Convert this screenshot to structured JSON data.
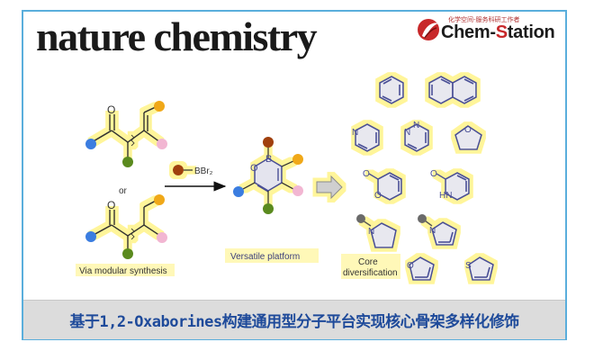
{
  "header": {
    "journal_title": "nature chemistry",
    "logo": {
      "tagline": "化学空间-服务科研工作者",
      "name_prefix": "Chem-",
      "name_accent": "S",
      "name_suffix": "tation",
      "icon": "chem-station-swirl-icon"
    }
  },
  "scheme": {
    "precursor_or_label": "or",
    "precursor_caption": "Via modular synthesis",
    "reagent_label": "BBr₂",
    "platform_caption": "Versatile platform",
    "platform_ring_atoms": {
      "oxygen": "O",
      "boron": "B"
    },
    "core_caption_line1": "Core",
    "core_caption_line2": "diversification",
    "cores": [
      {
        "name": "benzene",
        "hetero_labels": []
      },
      {
        "name": "naphthalene",
        "hetero_labels": []
      },
      {
        "name": "pyridine",
        "hetero_labels": [
          "N"
        ]
      },
      {
        "name": "pyridazine",
        "hetero_labels": [
          "N",
          "N"
        ]
      },
      {
        "name": "tetrahydrofuran",
        "hetero_labels": [
          "O"
        ]
      },
      {
        "name": "2-pyranone",
        "hetero_labels": [
          "O",
          "O"
        ]
      },
      {
        "name": "2-pyridone",
        "hetero_labels": [
          "O",
          "HN"
        ]
      },
      {
        "name": "pyrrolidine",
        "hetero_labels": [
          "N"
        ]
      },
      {
        "name": "pyrrole",
        "hetero_labels": [
          "N"
        ]
      },
      {
        "name": "furan",
        "hetero_labels": [
          "O"
        ]
      },
      {
        "name": "thiophene",
        "hetero_labels": [
          "S"
        ]
      }
    ],
    "substituent_colors": {
      "blue": "#3b7de0",
      "green": "#5a8a1e",
      "orange": "#f0a818",
      "pink": "#f2b6d2",
      "brown": "#a0400e",
      "grey": "#6a6a6a"
    },
    "ring_color": "#4a4f96",
    "highlight_color": "#fff59a"
  },
  "caption": {
    "text": "基于1,2-Oxaborines构建通用型分子平台实现核心骨架多样化修饰"
  }
}
